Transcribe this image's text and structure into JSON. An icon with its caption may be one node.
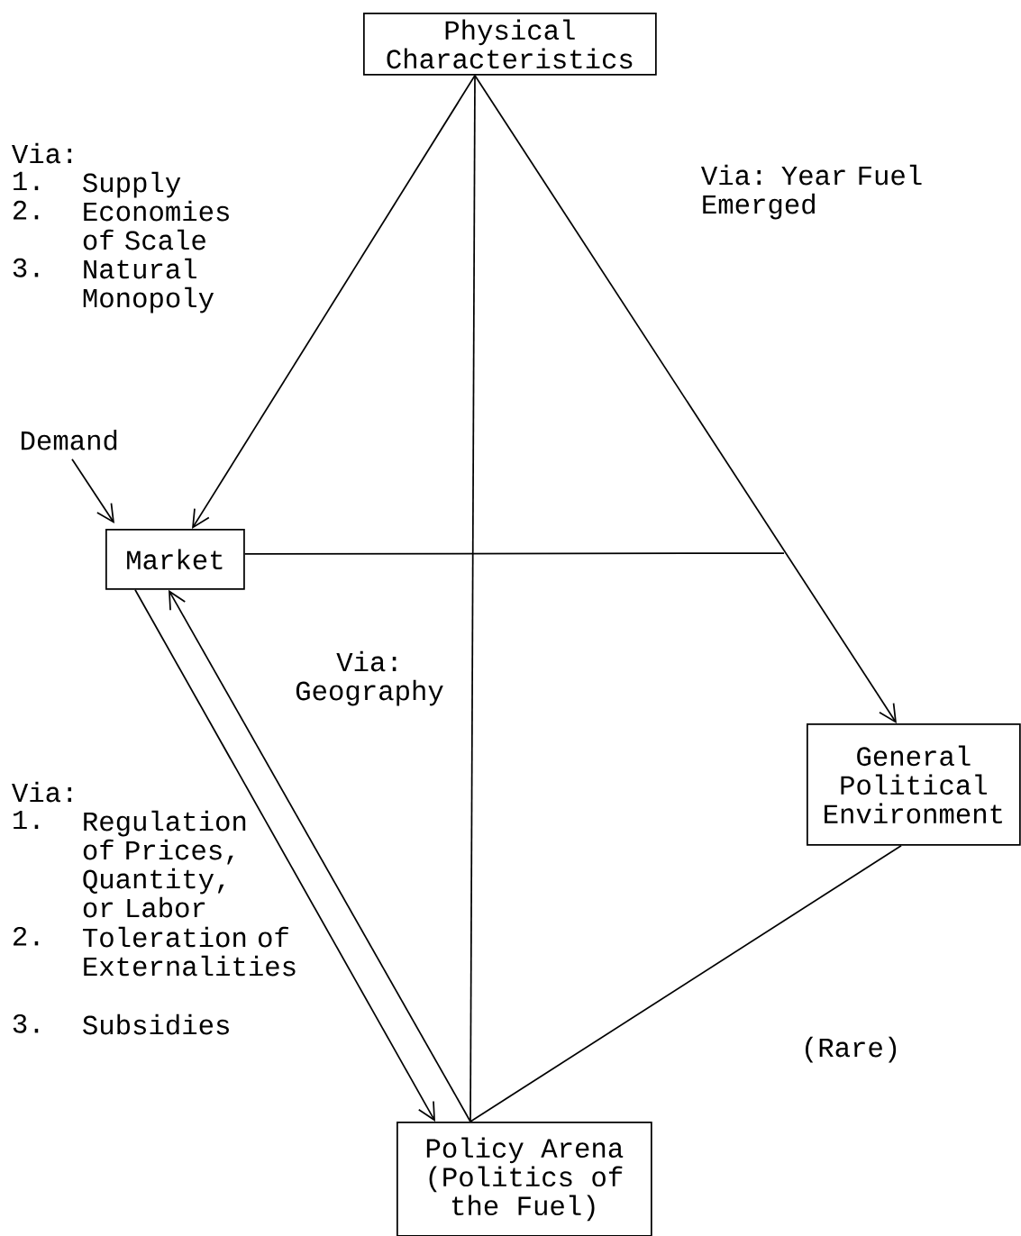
{
  "diagram": {
    "nodes": [
      {
        "text": [
          "Physical Characteristics"
        ]
      },
      {
        "text": [
          "Demand"
        ]
      },
      {
        "text": [
          "Market"
        ]
      },
      {
        "text": [
          "General Political Environment"
        ]
      },
      {
        "text": [
          "Policy Arena (Politics of the Fuel)"
        ]
      }
    ],
    "edges": [
      {
        "from": 0,
        "to": 2,
        "arrow": "to"
      },
      {
        "from": 0,
        "to": 3,
        "arrow": "to"
      },
      {
        "from": 0,
        "to": 4,
        "arrow": "none"
      },
      {
        "from": 1,
        "to": 2,
        "arrow": "to"
      },
      {
        "from": 2,
        "to": null,
        "arrow": "none"
      },
      {
        "from": 2,
        "to": 4,
        "arrow": "to"
      },
      {
        "from": 4,
        "to": 2,
        "arrow": "to"
      },
      {
        "from": 3,
        "to": 4,
        "arrow": "none"
      }
    ],
    "labels": [
      "Via:",
      "1.",
      "Supply",
      "2.",
      "Economies of Scale",
      "3.",
      "Natural Monopoly",
      "Via:  Year Fuel Emerged",
      "Via: Geography",
      "Via:",
      "1.",
      "Regulation of Prices, Quantity, or Labor",
      "2.",
      "Toleration of Externalities",
      "3.",
      "Subsidies",
      "(Rare)"
    ]
  }
}
